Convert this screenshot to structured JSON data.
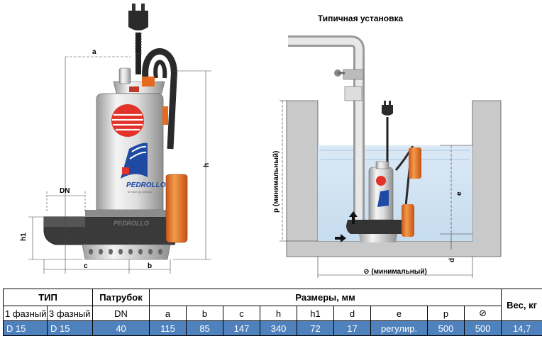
{
  "install_title": "Типичная установка",
  "diagram_labels": {
    "a": "a",
    "b": "b",
    "c": "c",
    "h": "h",
    "h1": "h1",
    "dn": "DN",
    "p_min": "p  (минимальный)",
    "e": "e",
    "d": "d",
    "width_min": "⊘ (минимальный)",
    "brand": "PEDROLLO",
    "brand_sub": "be wise go pedrollo"
  },
  "table": {
    "headers": {
      "type": "ТИП",
      "nozzle": "Патрубок",
      "dims": "Размеры, мм",
      "weight": "Вес, кг"
    },
    "subheaders": [
      "1 фазный",
      "3 фазный",
      "DN",
      "a",
      "b",
      "c",
      "h",
      "h1",
      "d",
      "e",
      "p",
      "⊘"
    ],
    "rows": [
      [
        "D 15",
        "D 15",
        "40",
        "115",
        "85",
        "147",
        "340",
        "72",
        "17",
        "регулир.",
        "500",
        "500",
        "14,7"
      ]
    ]
  }
}
